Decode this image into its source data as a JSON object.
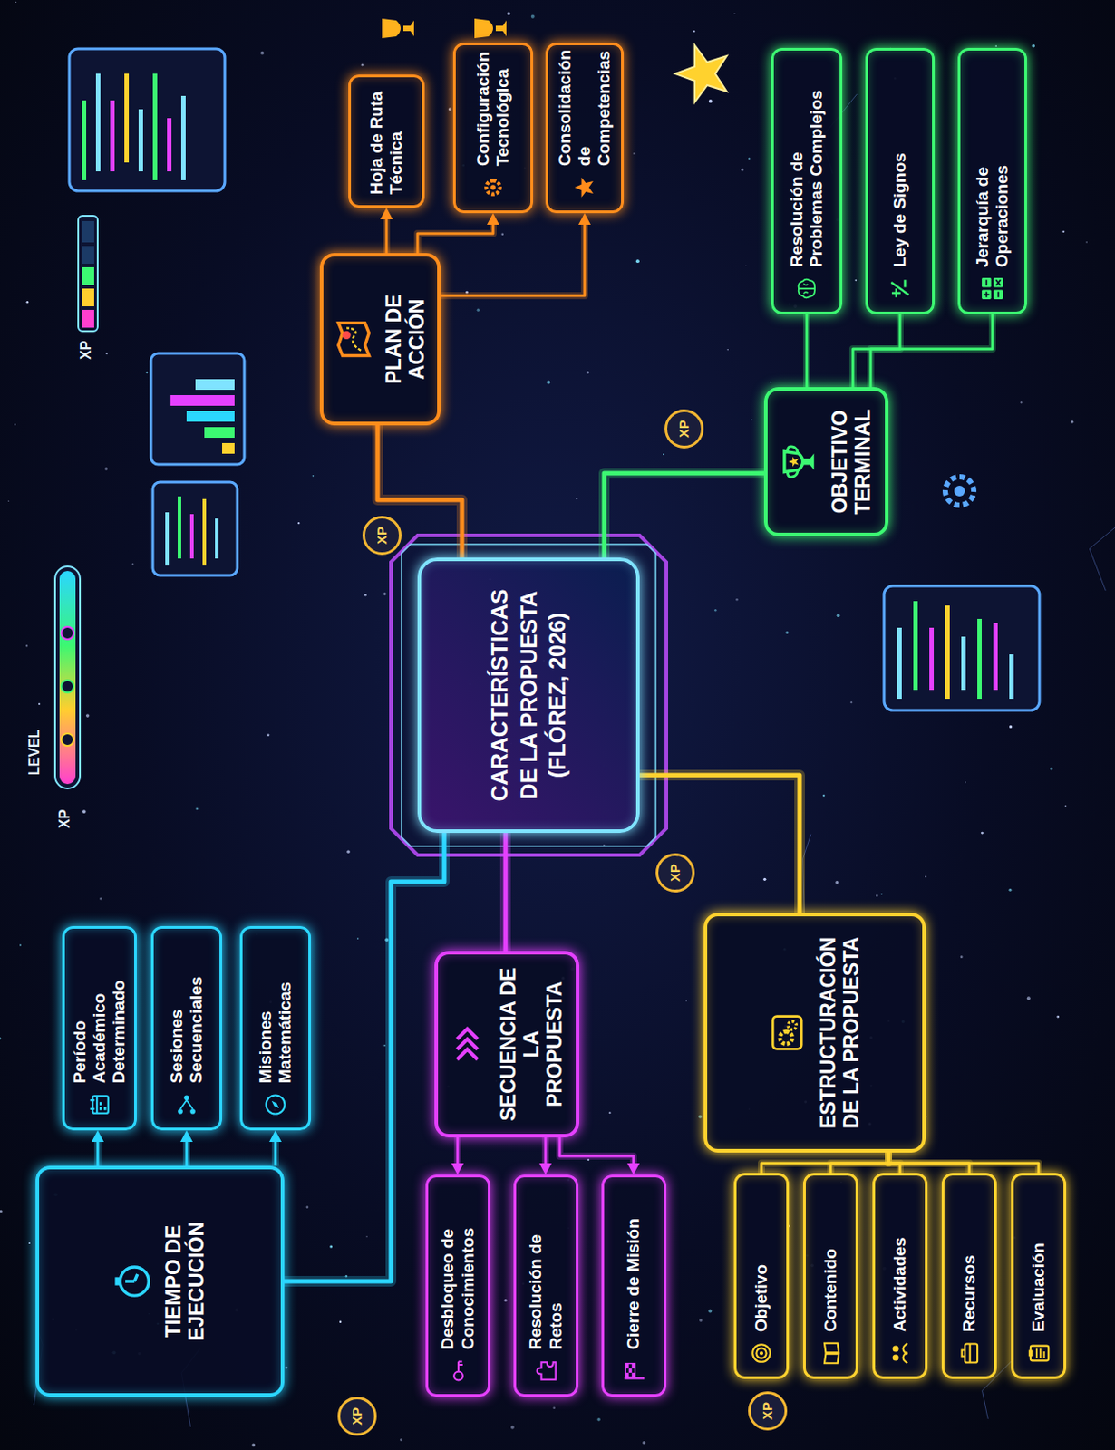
{
  "diagram": {
    "nodes": [
      {
        "text": [
          "CARACTERÍSTICAS DE LA PROPUESTA (FLÓREZ, 2026)"
        ]
      },
      {
        "text": [
          "TIEMPO DE EJECUCIÓN"
        ]
      },
      {
        "text": [
          "Período Académico Determinado"
        ]
      },
      {
        "text": [
          "Sesiones Secuenciales"
        ]
      },
      {
        "text": [
          "Misiones Matemáticas"
        ]
      },
      {
        "text": [
          "SECUENCIA DE LA PROPUESTA"
        ]
      },
      {
        "text": [
          "Desbloqueo de Conocimientos"
        ]
      },
      {
        "text": [
          "Resolución de Retos"
        ]
      },
      {
        "text": [
          "Cierre de Misión"
        ]
      },
      {
        "text": [
          "ESTRUCTURACIÓN DE LA PROPUESTA"
        ]
      },
      {
        "text": [
          "Objetivo"
        ]
      },
      {
        "text": [
          "Contenido"
        ]
      },
      {
        "text": [
          "Actividades"
        ]
      },
      {
        "text": [
          "Recursos"
        ]
      },
      {
        "text": [
          "Evaluación"
        ]
      },
      {
        "text": [
          "PLAN DE ACCIÓN"
        ]
      },
      {
        "text": [
          "Hoja de Ruta Técnica"
        ]
      },
      {
        "text": [
          "Configuración Tecnológica"
        ]
      },
      {
        "text": [
          "Consolidación de Competencias"
        ]
      },
      {
        "text": [
          "OBJETIVO TERMINAL"
        ]
      },
      {
        "text": [
          "Resolución de Problemas Complejos"
        ]
      },
      {
        "text": [
          "Ley de Signos"
        ]
      },
      {
        "text": [
          "Jerarquía de Operaciones"
        ]
      }
    ],
    "edges": [
      {
        "from": 0,
        "to": 1,
        "arrow": "none"
      },
      {
        "from": 1,
        "to": 2,
        "arrow": "to"
      },
      {
        "from": 1,
        "to": 3,
        "arrow": "to"
      },
      {
        "from": 1,
        "to": 4,
        "arrow": "to"
      },
      {
        "from": 0,
        "to": 5,
        "arrow": "none"
      },
      {
        "from": 5,
        "to": 6,
        "arrow": "to"
      },
      {
        "from": 5,
        "to": 7,
        "arrow": "to"
      },
      {
        "from": 5,
        "to": 8,
        "arrow": "to"
      },
      {
        "from": 0,
        "to": 9,
        "arrow": "none"
      },
      {
        "from": 9,
        "to": 10,
        "arrow": "none"
      },
      {
        "from": 9,
        "to": 11,
        "arrow": "none"
      },
      {
        "from": 9,
        "to": 12,
        "arrow": "none"
      },
      {
        "from": 9,
        "to": 13,
        "arrow": "none"
      },
      {
        "from": 9,
        "to": 14,
        "arrow": "none"
      },
      {
        "from": 0,
        "to": 15,
        "arrow": "none"
      },
      {
        "from": 15,
        "to": 16,
        "arrow": "to"
      },
      {
        "from": 15,
        "to": 17,
        "arrow": "to"
      },
      {
        "from": 15,
        "to": 18,
        "arrow": "to"
      },
      {
        "from": 0,
        "to": 19,
        "arrow": "none"
      },
      {
        "from": 19,
        "to": 20,
        "arrow": "none"
      },
      {
        "from": 19,
        "to": 21,
        "arrow": "none"
      },
      {
        "from": 19,
        "to": 22,
        "arrow": "none"
      }
    ],
    "labels": [
      "LEVEL",
      "XP",
      "XP",
      "XP",
      "XP",
      "XP",
      "XP",
      "XP"
    ]
  }
}
